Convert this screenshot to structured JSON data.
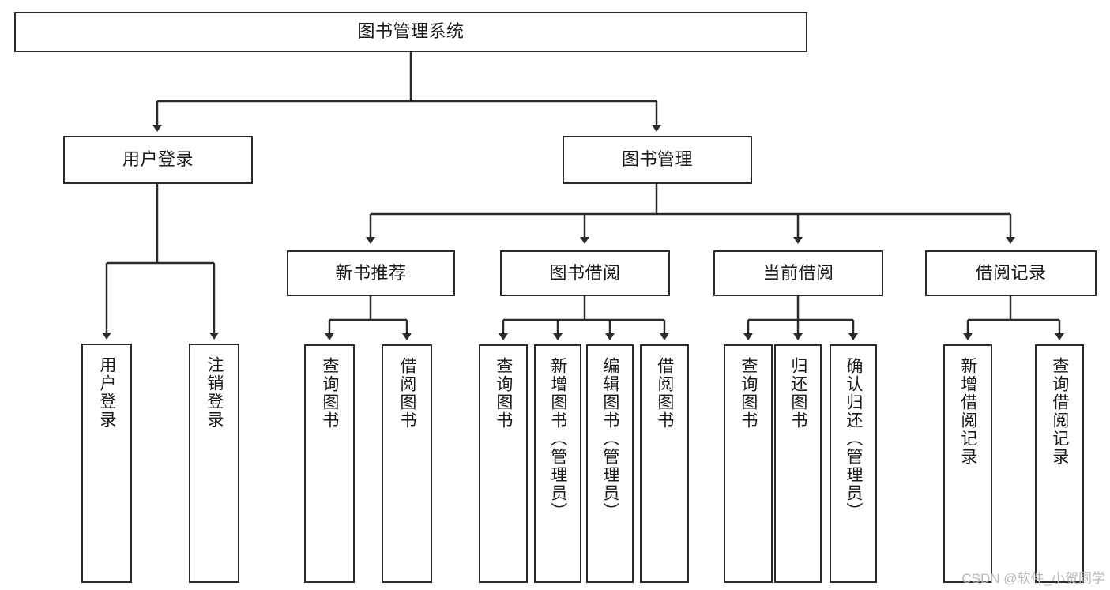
{
  "diagram": {
    "type": "tree",
    "title": "图书管理系统",
    "watermark": "CSDN @软件_小贺同学",
    "colors": {
      "stroke": "#2b2b2b",
      "fill": "#ffffff",
      "text": "#1a1a1a",
      "watermark": "#b9b9b9"
    },
    "nodes": {
      "root": {
        "label": "图书管理系统"
      },
      "level1": [
        {
          "id": "user-login",
          "label": "用户登录"
        },
        {
          "id": "book-management",
          "label": "图书管理"
        }
      ],
      "level2": [
        {
          "id": "new-book-recommend",
          "label": "新书推荐"
        },
        {
          "id": "book-borrow",
          "label": "图书借阅"
        },
        {
          "id": "current-borrow",
          "label": "当前借阅"
        },
        {
          "id": "borrow-record",
          "label": "借阅记录"
        }
      ],
      "leaves": [
        {
          "id": "leaf-user-login",
          "label": "用户登录",
          "parent": "user-login"
        },
        {
          "id": "leaf-logout-login",
          "label": "注销登录",
          "parent": "user-login"
        },
        {
          "id": "leaf-query-book-1",
          "label": "查询图书",
          "parent": "new-book-recommend"
        },
        {
          "id": "leaf-borrow-book-1",
          "label": "借阅图书",
          "parent": "new-book-recommend"
        },
        {
          "id": "leaf-query-book-2",
          "label": "查询图书",
          "parent": "book-borrow"
        },
        {
          "id": "leaf-add-book",
          "label": "新增图书（管理员）",
          "parent": "book-borrow"
        },
        {
          "id": "leaf-edit-book",
          "label": "编辑图书（管理员）",
          "parent": "book-borrow"
        },
        {
          "id": "leaf-borrow-book-2",
          "label": "借阅图书",
          "parent": "book-borrow"
        },
        {
          "id": "leaf-query-book-3",
          "label": "查询图书",
          "parent": "current-borrow"
        },
        {
          "id": "leaf-return-book",
          "label": "归还图书",
          "parent": "current-borrow"
        },
        {
          "id": "leaf-confirm-return",
          "label": "确认归还（管理员）",
          "parent": "current-borrow"
        },
        {
          "id": "leaf-add-record",
          "label": "新增借阅记录",
          "parent": "borrow-record"
        },
        {
          "id": "leaf-query-record",
          "label": "查询借阅记录",
          "parent": "borrow-record"
        }
      ]
    }
  }
}
